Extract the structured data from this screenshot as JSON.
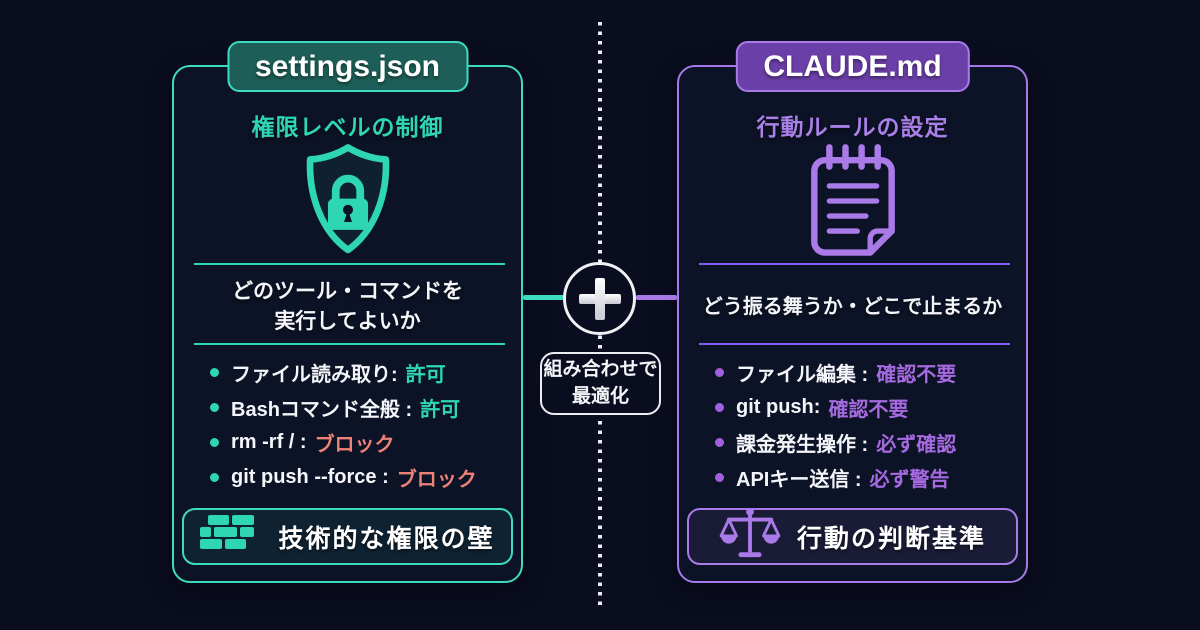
{
  "left_card": {
    "header": "settings.json",
    "subtitle": "権限レベルの制御",
    "description_line1": "どのツール・コマンドを",
    "description_line2": "実行してよいか",
    "items": [
      {
        "label": "ファイル読み取り:",
        "value": "許可",
        "status": "allow"
      },
      {
        "label": "Bashコマンド全般 :",
        "value": "許可",
        "status": "allow"
      },
      {
        "label": "rm -rf / :",
        "value": "ブロック",
        "status": "block"
      },
      {
        "label": "git push --force :",
        "value": "ブロック",
        "status": "block"
      }
    ],
    "footer": "技術的な権限の壁",
    "icons": {
      "hero": "shield-lock-icon",
      "footer": "brick-wall-icon"
    }
  },
  "right_card": {
    "header": "CLAUDE.md",
    "subtitle": "行動ルールの設定",
    "description": "どう振る舞うか・どこで止まるか",
    "items": [
      {
        "label": "ファイル編集 :",
        "value": "確認不要"
      },
      {
        "label": "git push:",
        "value": "確認不要"
      },
      {
        "label": "課金発生操作 :",
        "value": "必ず確認"
      },
      {
        "label": "APIキー送信 :",
        "value": "必ず警告"
      }
    ],
    "footer": "行動の判断基準",
    "icons": {
      "hero": "notepad-icon",
      "footer": "scales-icon"
    }
  },
  "center": {
    "plus_icon": "plus-icon",
    "label_line1": "組み合わせで",
    "label_line2": "最適化"
  },
  "colors": {
    "background": "#0a0d1f",
    "card_background": "#0d1326",
    "teal_accent": "#3ddcc0",
    "teal_text": "#2fd6b5",
    "teal_badge_bg": "#1d5f58",
    "purple_accent": "#a678e8",
    "purple_text": "#a97fe8",
    "purple_badge_bg": "#6b3fa8",
    "block_value": "#ef8277",
    "white_text": "#f5f6fa"
  }
}
